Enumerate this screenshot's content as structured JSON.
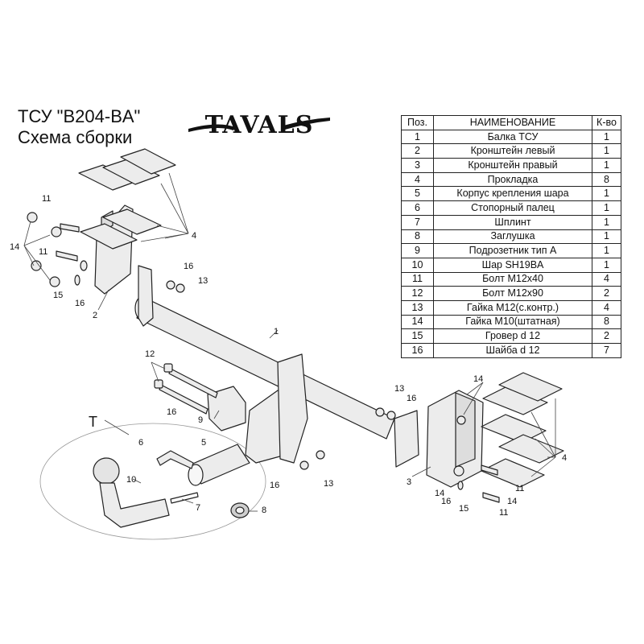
{
  "title": {
    "line1": "ТСУ  \"B204-BA\"",
    "line2": "Схема сборки"
  },
  "logo": {
    "text": "TAVALS"
  },
  "parts_table": {
    "headers": [
      "Поз.",
      "НАИМЕНОВАНИЕ",
      "К-во"
    ],
    "rows": [
      [
        "1",
        "Балка ТСУ",
        "1"
      ],
      [
        "2",
        "Кронштейн левый",
        "1"
      ],
      [
        "3",
        "Кронштейн правый",
        "1"
      ],
      [
        "4",
        "Прокладка",
        "8"
      ],
      [
        "5",
        "Корпус крепления шара",
        "1"
      ],
      [
        "6",
        "Стопорный палец",
        "1"
      ],
      [
        "7",
        "Шплинт",
        "1"
      ],
      [
        "8",
        "Заглушка",
        "1"
      ],
      [
        "9",
        "Подрозетник тип А",
        "1"
      ],
      [
        "10",
        "Шар SH19BA",
        "1"
      ],
      [
        "11",
        "Болт М12х40",
        "4"
      ],
      [
        "12",
        "Болт М12х90",
        "2"
      ],
      [
        "13",
        "Гайка М12(с.контр.)",
        "4"
      ],
      [
        "14",
        "Гайка М10(штатная)",
        "8"
      ],
      [
        "15",
        "Гровер d 12",
        "2"
      ],
      [
        "16",
        "Шайба d 12",
        "7"
      ]
    ]
  },
  "callouts": {
    "c1": "1",
    "c2": "2",
    "c3": "3",
    "c4a": "4",
    "c4b": "4",
    "c5": "5",
    "c6": "6",
    "c7": "7",
    "c8": "8",
    "c9": "9",
    "c10": "10",
    "c11a": "11",
    "c11b": "11",
    "c11c": "11",
    "c11d": "11",
    "c12": "12",
    "c13a": "13",
    "c13b": "13",
    "c13c": "13",
    "c14a": "14",
    "c14b": "14",
    "c14c": "14",
    "c14d": "14",
    "c15a": "15",
    "c15b": "15",
    "c16a": "16",
    "c16b": "16",
    "c16c": "16",
    "c16d": "16",
    "c16e": "16",
    "c16f": "16",
    "T": "T"
  }
}
